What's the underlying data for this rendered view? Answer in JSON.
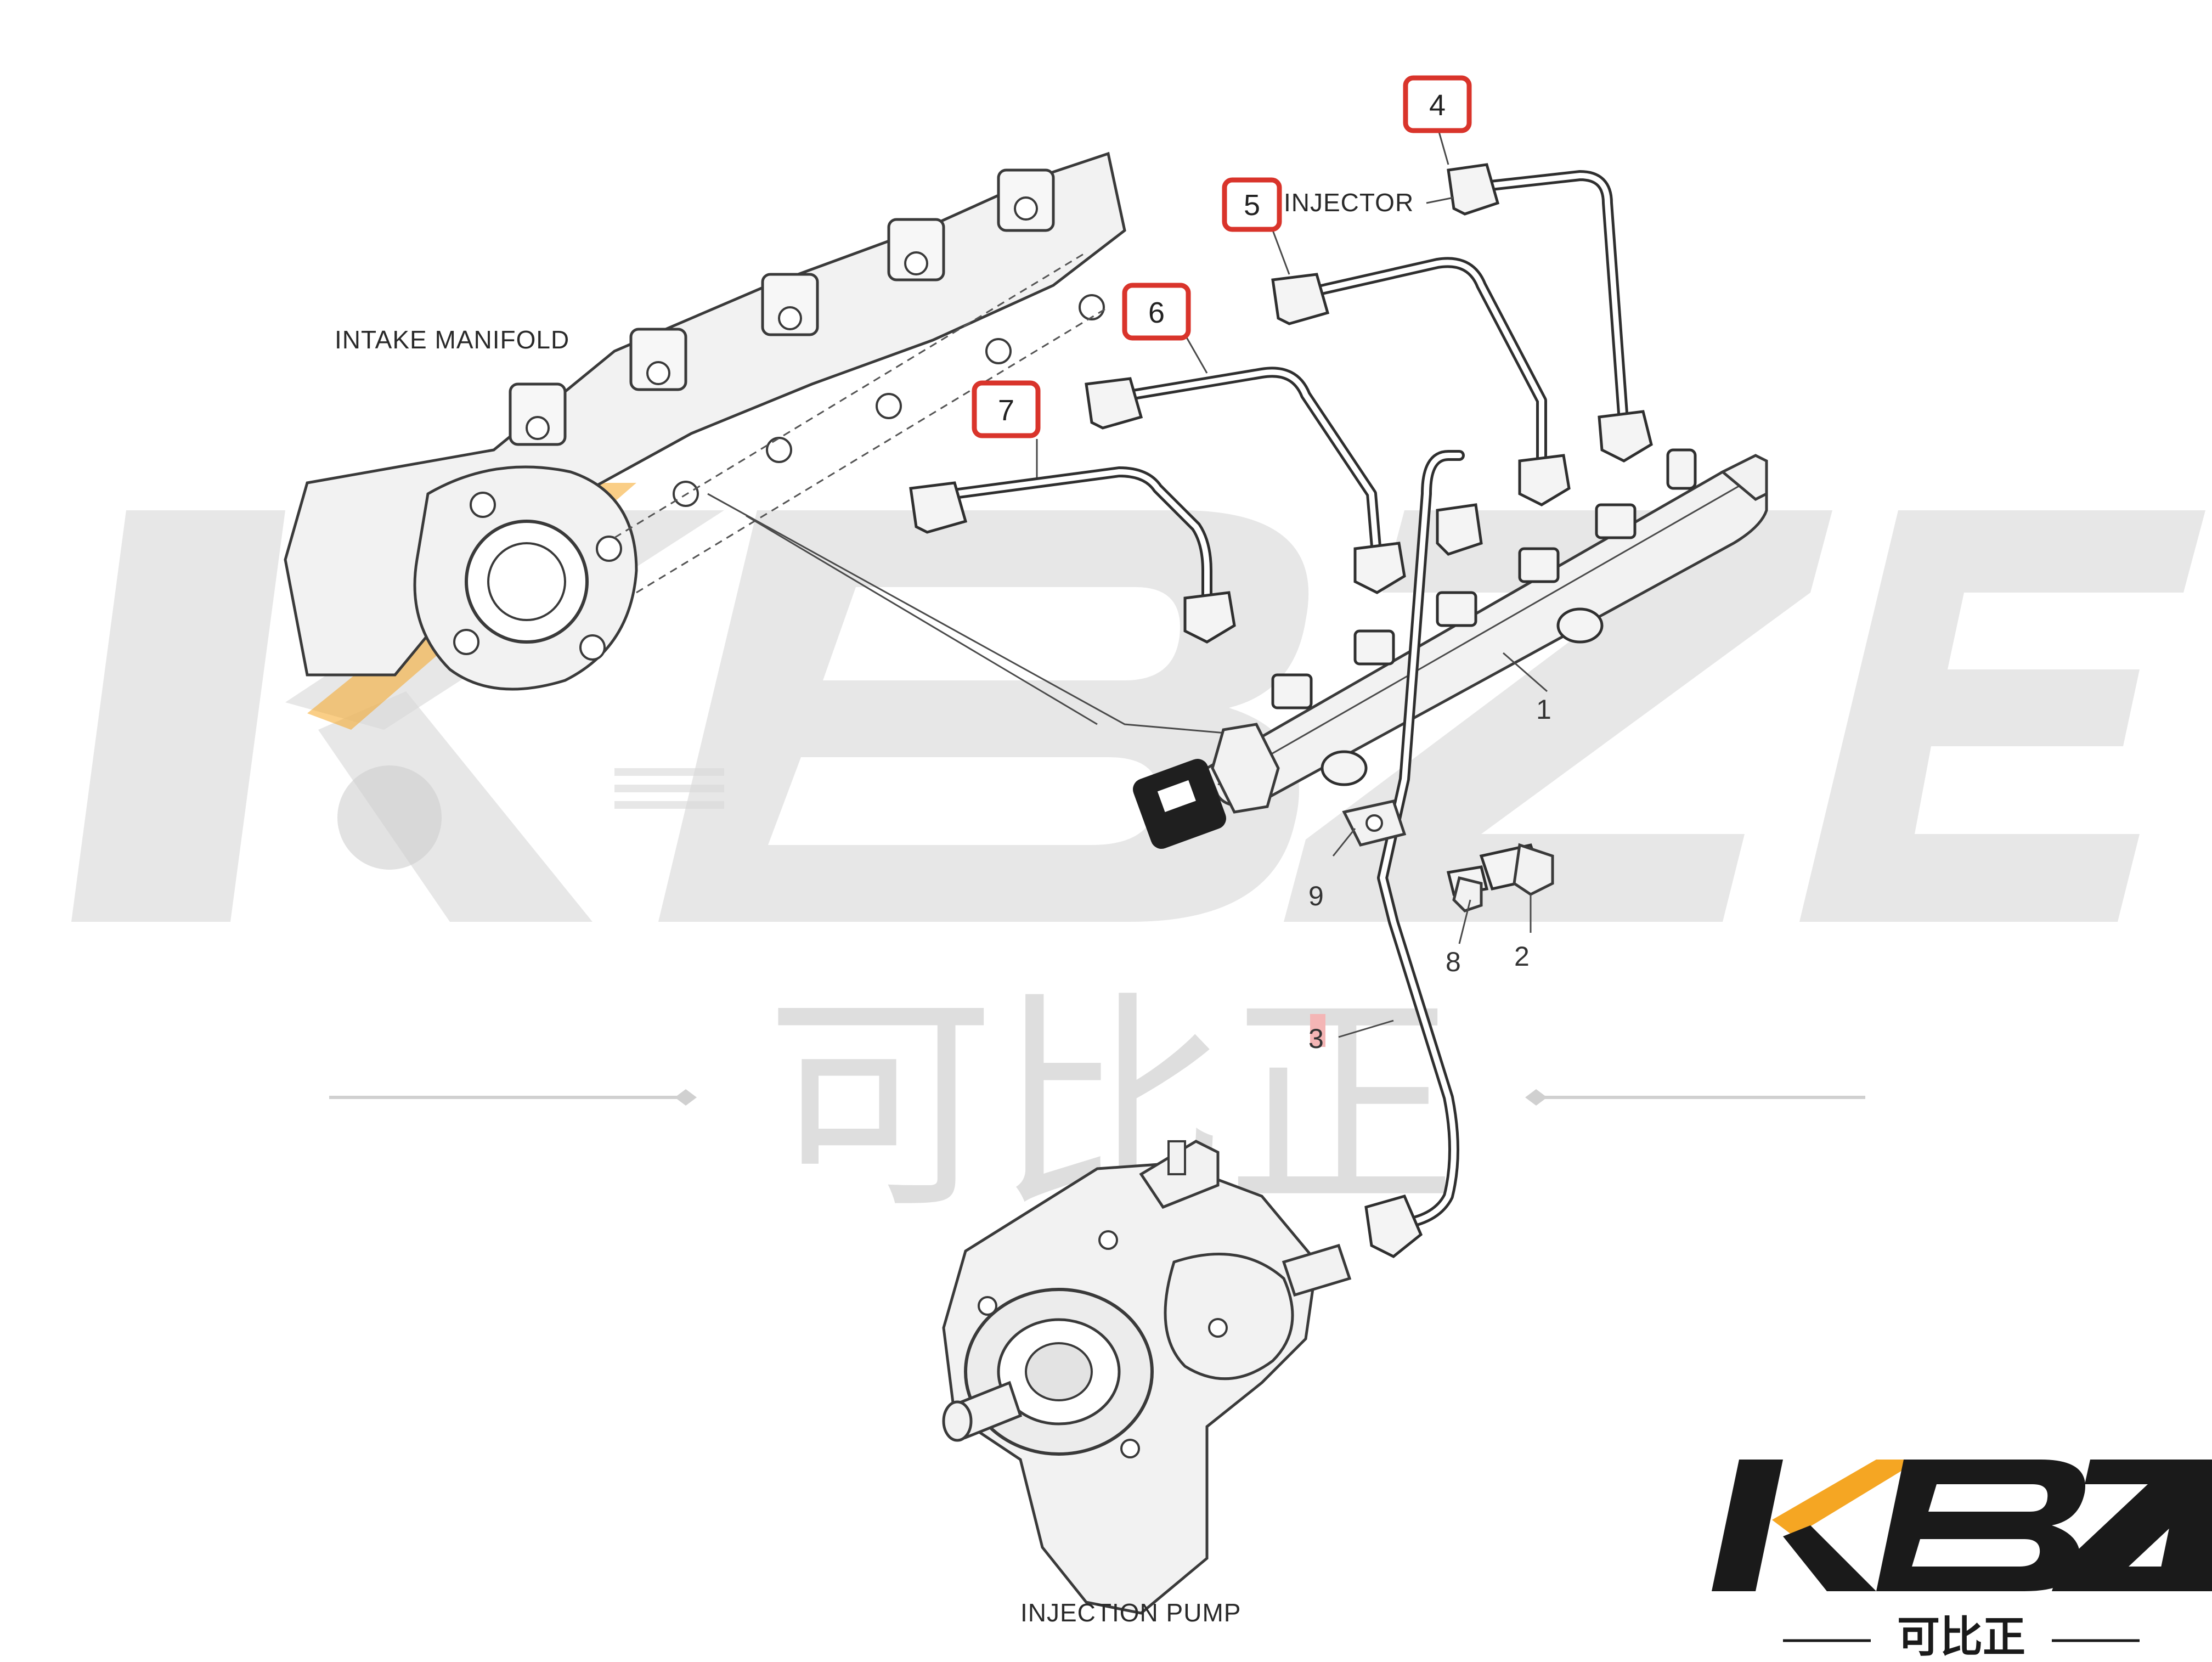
{
  "labels": {
    "intake_manifold": "INTAKE MANIFOLD",
    "injector": "INJECTOR",
    "injection_pump": "INJECTION PUMP"
  },
  "callouts_boxed": [
    "4",
    "5",
    "6",
    "7"
  ],
  "callouts_plain": {
    "rail": "1",
    "bolt_large": "2",
    "pipe_pump": "3",
    "bolt_small": "8",
    "clamp": "9"
  },
  "watermark": {
    "letters": "KBZE",
    "chinese": "可比正"
  },
  "logo": {
    "letters": "KBZE",
    "chinese": "可比正"
  },
  "colors": {
    "callout_box": "#d9342b",
    "logo_accent": "#f5a623",
    "watermark_gray": "#d9d9d9",
    "line_art": "#3a3a3a"
  }
}
